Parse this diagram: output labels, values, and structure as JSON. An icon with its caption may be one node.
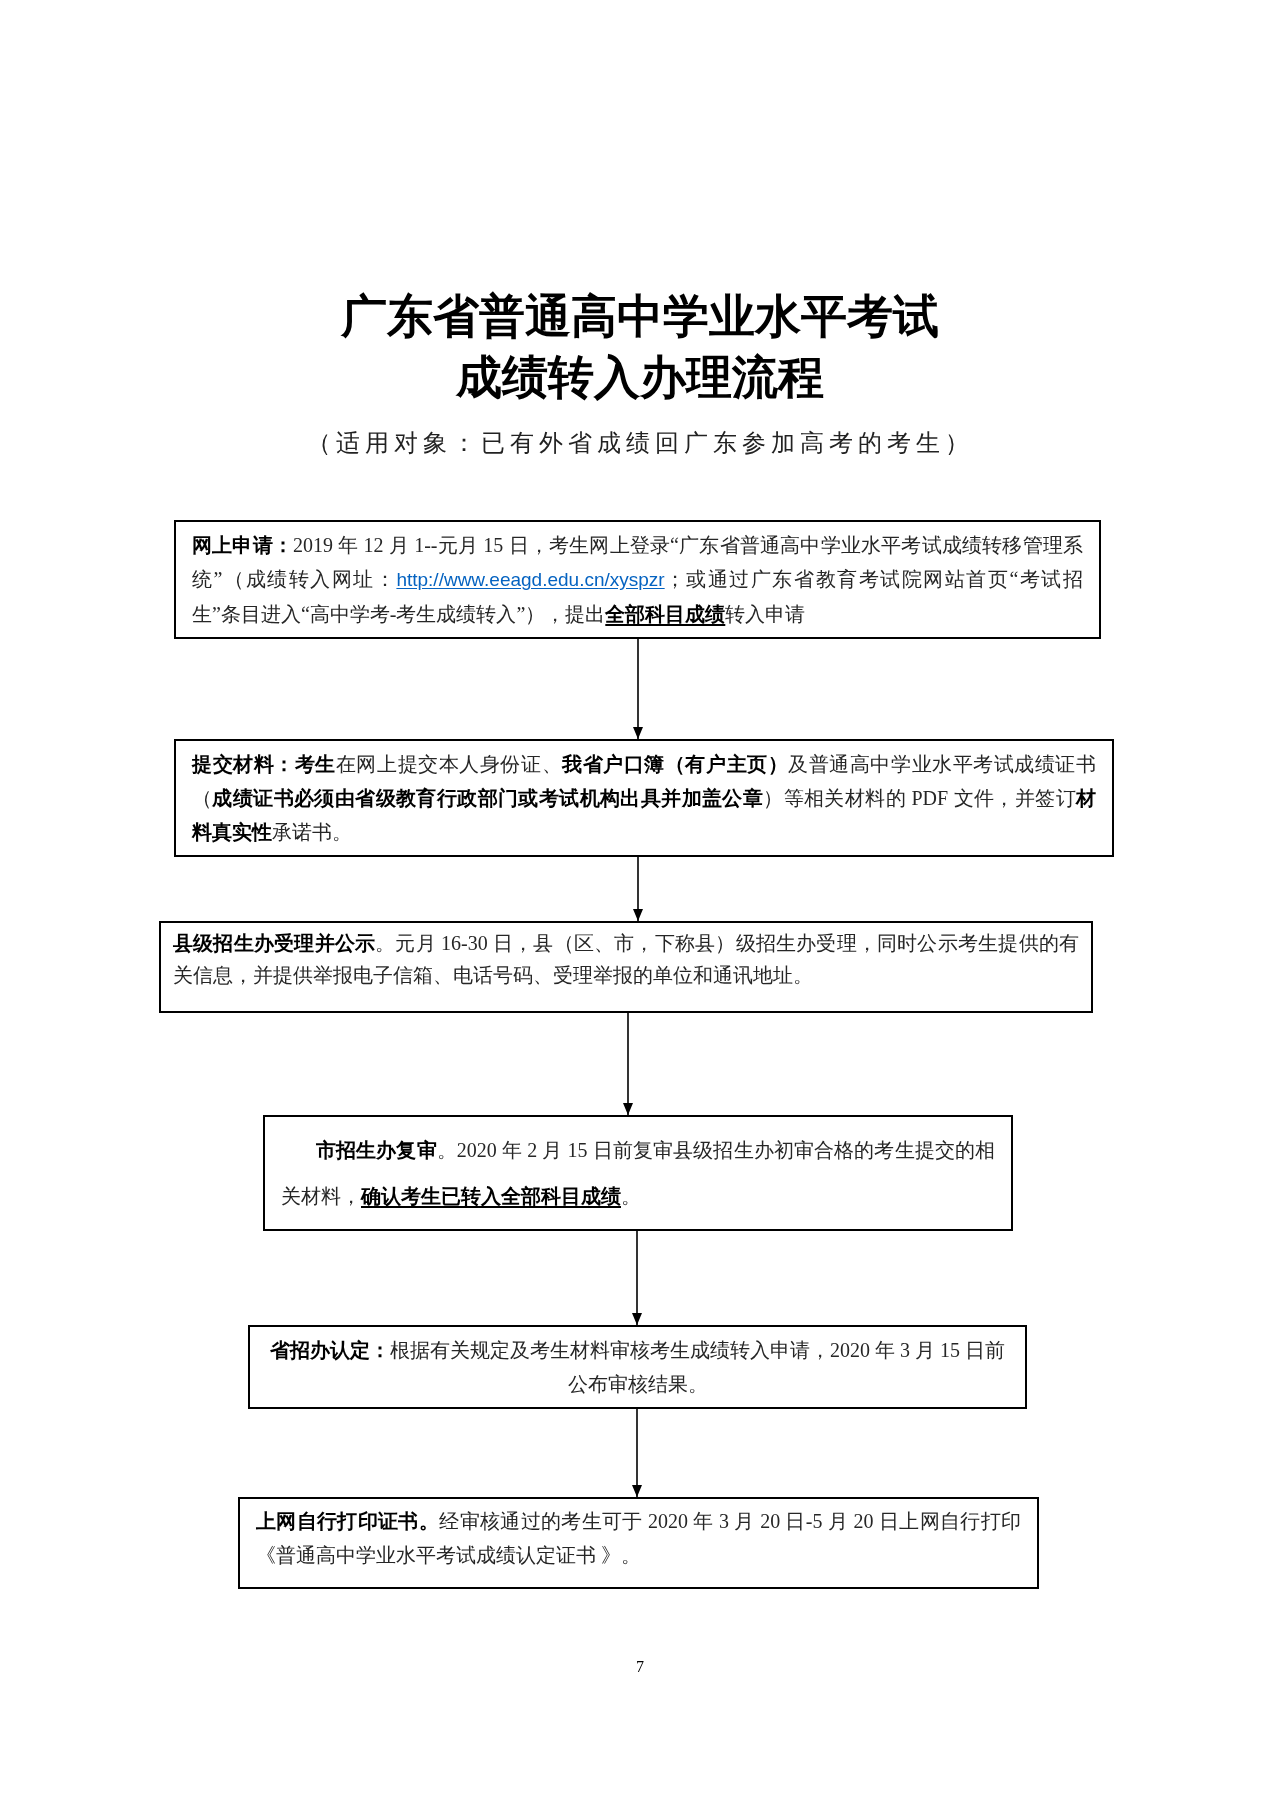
{
  "diagram": {
    "title": "广东省普通高中学业水平考试成绩转入办理流程",
    "nodes": [
      {
        "text": [
          "**网上申请：**2019 年 12 月 1--元月 15 日，考生网上登录“广东省普通高中学业水平考试成绩转移管理系统”（成绩转入网址：",
          "http://www.eeagd.edu.cn/xyspzr",
          "；或通过广东省教育考试院网站首页“考试招生”条目进入“高中学考-考生成绩转入”），提出**全部科目成绩**转入申请"
        ]
      },
      {
        "text": [
          "**提交材料：考生**在网上提交本人身份证、**我省户口簿（有户主页）**及普通高中学业水平考试成绩证书（**成绩证书必须由省级教育行政部门或考试机构出具并加盖公章**）等相关材料的 PDF 文件，并签订**材料真实性**承诺书。"
        ]
      },
      {
        "text": [
          "**县级招生办受理并公示**。元月 16-30 日，县（区、市，下称县）级招生办受理，同时公示考生提供的有关信息，并提供举报电子信箱、电话号码、受理举报的单位和通讯地址。"
        ]
      },
      {
        "text": [
          "**市招生办复审**。2020 年 2 月 15 日前复审县级招生办初审合格的考生提交的相关材料，**确认考生已转入全部科目成绩**。"
        ]
      },
      {
        "text": [
          "**省招办认定：**根据有关规定及考生材料审核考生成绩转入申请，2020 年 3 月 15 日前公布审核结果。"
        ]
      },
      {
        "text": [
          "**上网自行打印证书。**经审核通过的考生可于 2020 年 3 月 20 日-5 月 20 日上网自行打印《普通高中学业水平考试成绩认定证书 》。"
        ]
      }
    ],
    "edges": [
      {
        "from": 0,
        "to": 1,
        "arrow": "to"
      },
      {
        "from": 1,
        "to": 2,
        "arrow": "to"
      },
      {
        "from": 2,
        "to": 3,
        "arrow": "to"
      },
      {
        "from": 3,
        "to": 4,
        "arrow": "to"
      },
      {
        "from": 4,
        "to": 5,
        "arrow": "to"
      }
    ],
    "labels": [
      "（适用对象：已有外省成绩回广东参加高考的考生）",
      "7"
    ]
  }
}
